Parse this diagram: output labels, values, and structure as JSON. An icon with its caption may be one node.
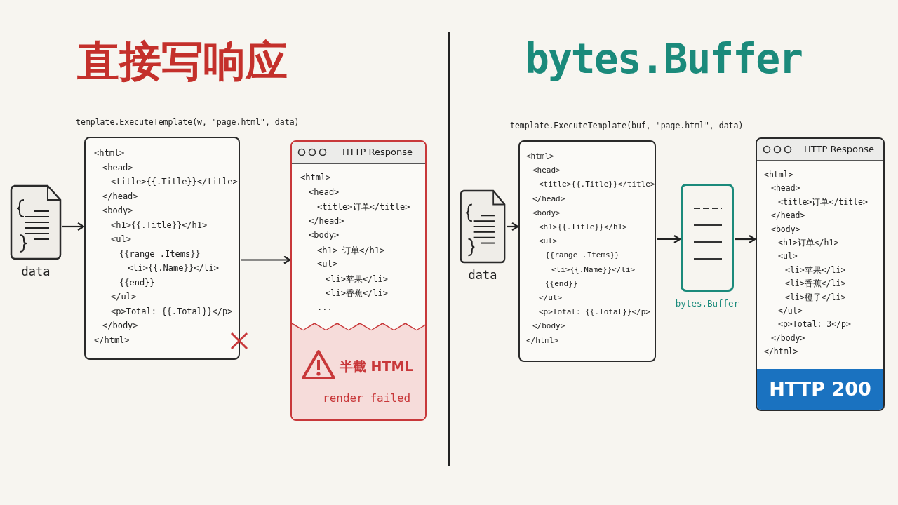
{
  "diagram": {
    "nodes": [
      {
        "text": [],
        "shape": "picture",
        "beside": [
          "data"
        ]
      },
      {
        "text": [
          "<html>",
          "<head>",
          "<title>{{.Title}}</title>",
          "</head>",
          "<body>",
          "<h1>{{.Title}}</h1>",
          "<ul>",
          "{{range .Items}}",
          "<li>{{.Name}}</li>",
          "{{end}}",
          "</ul>",
          "<p>Total: {{.Total}}</p>",
          "</body>",
          "</html>"
        ]
      },
      {
        "text": [
          "HTTP Response",
          "<html>",
          "<head>",
          "<title>订单</title>",
          "</head>",
          "<body>",
          "<h1> 订单</h1>",
          "<ul>",
          "<li>苹果</li>",
          "<li>香蕉</li>",
          "...",
          "半截 HTML",
          "render failed"
        ]
      },
      {
        "text": [],
        "shape": "picture",
        "beside": [
          "data"
        ]
      },
      {
        "text": [
          "<html>",
          "<head>",
          "<title>{{.Title}}</title>",
          "</head>",
          "<body>",
          "<h1>{{.Title}}</h1>",
          "<ul>",
          "{{range .Items}}",
          "<li>{{.Name}}</li>",
          "{{end}}",
          "</ul>",
          "<p>Total: {{.Total}}</p>",
          "</body>",
          "</html>"
        ]
      },
      {
        "text": [],
        "shape": "box",
        "beside": [
          "bytes.Buffer"
        ]
      },
      {
        "text": [
          "HTTP Response",
          "<html>",
          "<head>",
          "<title>订单</title>",
          "</head>",
          "<body>",
          "<h1>订单</h1>",
          "<ul>",
          "<li>苹果</li>",
          "<li>香蕉</li>",
          "<li>橙子</li>",
          "</ul>",
          "<p>Total: 3</p>",
          "</body>",
          "</html>",
          "HTTP 200"
        ]
      }
    ],
    "edges": [
      {
        "from": 0,
        "to": 1,
        "arrow": "to"
      },
      {
        "from": 1,
        "to": 2,
        "arrow": "to"
      },
      {
        "from": 3,
        "to": 4,
        "arrow": "to"
      },
      {
        "from": 4,
        "to": 5,
        "arrow": "to"
      },
      {
        "from": 5,
        "to": 6,
        "arrow": "to"
      }
    ],
    "labels": [
      "直接写响应",
      "template.ExecuteTemplate(w, \"page.html\", data)",
      "bytes.Buffer",
      "template.ExecuteTemplate(buf, \"page.html\", data)"
    ]
  }
}
